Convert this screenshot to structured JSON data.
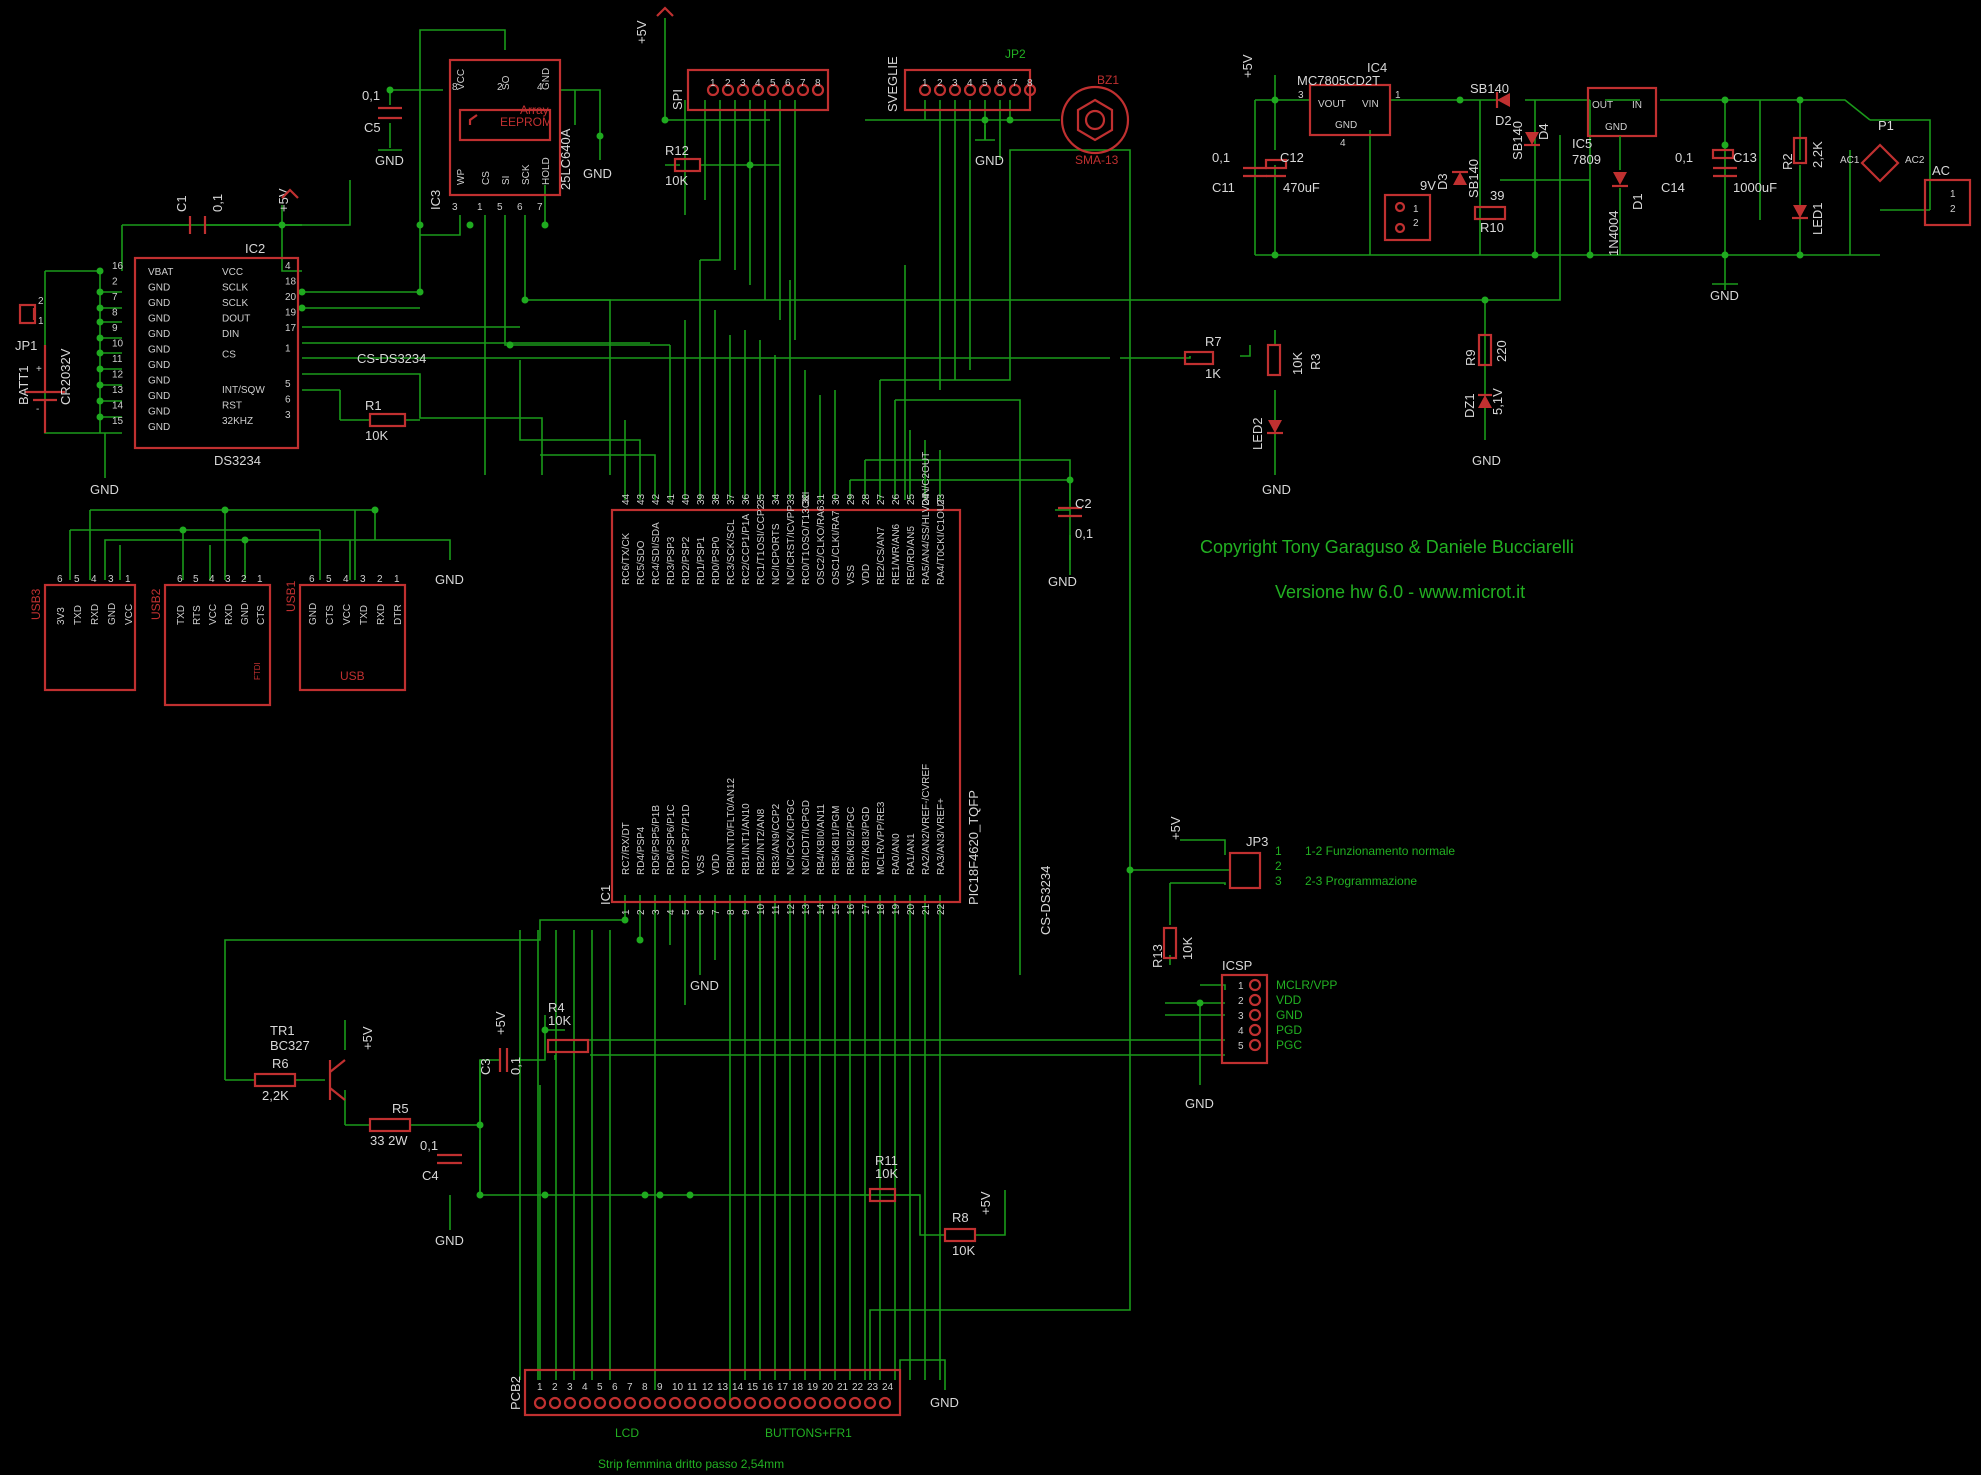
{
  "copyright": "Copyright Tony Garaguso & Daniele Bucciarelli",
  "version": "Versione hw 6.0 - www.microt.it",
  "ic2": {
    "name": "IC2",
    "part": "DS3234",
    "left_pins": [
      {
        "n": "16",
        "l": "VBAT"
      },
      {
        "n": "2",
        "l": "GND"
      },
      {
        "n": "7",
        "l": "GND"
      },
      {
        "n": "8",
        "l": "GND"
      },
      {
        "n": "9",
        "l": "GND"
      },
      {
        "n": "10",
        "l": "GND"
      },
      {
        "n": "11",
        "l": "GND"
      },
      {
        "n": "12",
        "l": "GND"
      },
      {
        "n": "13",
        "l": "GND"
      },
      {
        "n": "14",
        "l": "GND"
      },
      {
        "n": "15",
        "l": "GND"
      }
    ],
    "right_pins": [
      {
        "n": "4",
        "l": "VCC"
      },
      {
        "n": "18",
        "l": "SCLK"
      },
      {
        "n": "20",
        "l": "SCLK"
      },
      {
        "n": "19",
        "l": "DOUT"
      },
      {
        "n": "17",
        "l": "DIN"
      },
      {
        "n": "1",
        "l": "CS"
      },
      {
        "n": "5",
        "l": "INT/SQW"
      },
      {
        "n": "6",
        "l": "RST"
      },
      {
        "n": "3",
        "l": "32KHZ"
      }
    ]
  },
  "ic3": {
    "name": "IC3",
    "part": "25LC640A",
    "array": "Array",
    "eeprom": "EEPROM",
    "pins_top": [
      {
        "n": "8",
        "l": "VCC"
      },
      {
        "n": "2",
        "l": "SO"
      },
      {
        "n": "4",
        "l": "GND"
      }
    ],
    "pins_bottom": [
      {
        "n": "3",
        "l": "WP"
      },
      {
        "n": "1",
        "l": "CS"
      },
      {
        "n": "5",
        "l": "SI"
      },
      {
        "n": "6",
        "l": "SCK"
      },
      {
        "n": "7",
        "l": "HOLD"
      }
    ]
  },
  "ic1": {
    "name": "IC1",
    "part": "PIC18F4620_TQFP",
    "top_pins": [
      {
        "n": "44",
        "l": "RC6/TX/CK"
      },
      {
        "n": "43",
        "l": "RC5/SDO"
      },
      {
        "n": "42",
        "l": "RC4/SDI/SDA"
      },
      {
        "n": "41",
        "l": "RD3/PSP3"
      },
      {
        "n": "40",
        "l": "RD2/PSP2"
      },
      {
        "n": "39",
        "l": "RD1/PSP1"
      },
      {
        "n": "38",
        "l": "RD0/PSP0"
      },
      {
        "n": "37",
        "l": "RC3/SCK/SCL"
      },
      {
        "n": "36",
        "l": "RC2/CCP1/P1A"
      },
      {
        "n": "35",
        "l": "RC1/T1OSI/CCP2"
      },
      {
        "n": "34",
        "l": "NC/ICPORTS"
      },
      {
        "n": "33",
        "l": "NC/ICRST/ICVPP"
      },
      {
        "n": "32",
        "l": "RC0/T1OSO/T13CKI"
      },
      {
        "n": "31",
        "l": "OSC2/CLKO/RA6"
      },
      {
        "n": "30",
        "l": "OSC1/CLKI/RA7"
      },
      {
        "n": "29",
        "l": "VSS"
      },
      {
        "n": "28",
        "l": "VDD"
      },
      {
        "n": "27",
        "l": "RE2/CS/AN7"
      },
      {
        "n": "26",
        "l": "RE1/WR/AN6"
      },
      {
        "n": "25",
        "l": "RE0/RD/AN5"
      },
      {
        "n": "24",
        "l": "RA5/AN4/SS/HLVDIN/C2OUT"
      },
      {
        "n": "23",
        "l": "RA4/T0CKI/C1OUT"
      }
    ],
    "bottom_pins": [
      {
        "n": "1",
        "l": "RC7/RX/DT"
      },
      {
        "n": "2",
        "l": "RD4/PSP4"
      },
      {
        "n": "3",
        "l": "RD5/PSP5/P1B"
      },
      {
        "n": "4",
        "l": "RD6/PSP6/P1C"
      },
      {
        "n": "5",
        "l": "RD7/PSP7/P1D"
      },
      {
        "n": "6",
        "l": "VSS"
      },
      {
        "n": "7",
        "l": "VDD"
      },
      {
        "n": "8",
        "l": "RB0/INT0/FLT0/AN12"
      },
      {
        "n": "9",
        "l": "RB1/INT1/AN10"
      },
      {
        "n": "10",
        "l": "RB2/INT2/AN8"
      },
      {
        "n": "11",
        "l": "RB3/AN9/CCP2"
      },
      {
        "n": "12",
        "l": "NC/ICCK/ICPGC"
      },
      {
        "n": "13",
        "l": "NC/ICDT/ICPGD"
      },
      {
        "n": "14",
        "l": "RB4/KBI0/AN11"
      },
      {
        "n": "15",
        "l": "RB5/KBI1/PGM"
      },
      {
        "n": "16",
        "l": "RB6/KBI2/PGC"
      },
      {
        "n": "17",
        "l": "RB7/KBI3/PGD"
      },
      {
        "n": "18",
        "l": "MCLR/VPP/RE3"
      },
      {
        "n": "19",
        "l": "RA0/AN0"
      },
      {
        "n": "20",
        "l": "RA1/AN1"
      },
      {
        "n": "21",
        "l": "RA2/AN2/VREF-/CVREF"
      },
      {
        "n": "22",
        "l": "RA3/AN3/VREF+"
      }
    ]
  },
  "spi": {
    "name": "SPI",
    "pins": [
      "1",
      "2",
      "3",
      "4",
      "5",
      "6",
      "7",
      "8"
    ]
  },
  "jp2": {
    "name": "JP2",
    "label": "SVEGLIE",
    "pins": [
      "1",
      "2",
      "3",
      "4",
      "5",
      "6",
      "7",
      "8"
    ]
  },
  "bz1": {
    "name": "BZ1",
    "part": "SMA-13"
  },
  "ic4": {
    "name": "IC4",
    "part": "MC7805CD2T",
    "vout": "VOUT",
    "vin": "VIN",
    "gnd": "GND",
    "p1": "1",
    "p3": "3",
    "p4": "4"
  },
  "ic5": {
    "name": "IC5",
    "part": "7809",
    "out": "OUT",
    "in": "IN",
    "gnd": "GND"
  },
  "usb3": {
    "name": "USB3",
    "pins": [
      {
        "n": "6",
        "l": "3V3"
      },
      {
        "n": "5",
        "l": "TXD"
      },
      {
        "n": "4",
        "l": "RXD"
      },
      {
        "n": "3",
        "l": "GND"
      },
      {
        "n": "1",
        "l": "VCC"
      }
    ]
  },
  "usb2": {
    "name": "USB2",
    "tag": "FTDI",
    "pins": [
      {
        "n": "6",
        "l": "TXD"
      },
      {
        "n": "5",
        "l": "RTS"
      },
      {
        "n": "4",
        "l": "VCC"
      },
      {
        "n": "3",
        "l": "RXD"
      },
      {
        "n": "2",
        "l": "GND"
      },
      {
        "n": "1",
        "l": "CTS"
      }
    ]
  },
  "usb1": {
    "name": "USB1",
    "label": "USB",
    "pins": [
      {
        "n": "6",
        "l": "GND"
      },
      {
        "n": "5",
        "l": "CTS"
      },
      {
        "n": "4",
        "l": "VCC"
      },
      {
        "n": "3",
        "l": "TXD"
      },
      {
        "n": "2",
        "l": "RXD"
      },
      {
        "n": "1",
        "l": "DTR"
      }
    ]
  },
  "jp3": {
    "name": "JP3",
    "n1": "1",
    "n2": "2",
    "n3": "3",
    "note1": "1-2 Funzionamento normale",
    "note2": "2-3 Programmazione"
  },
  "icsp": {
    "name": "ICSP",
    "pins": [
      {
        "n": "1",
        "l": "MCLR/VPP"
      },
      {
        "n": "2",
        "l": "VDD"
      },
      {
        "n": "3",
        "l": "GND"
      },
      {
        "n": "4",
        "l": "PGD"
      },
      {
        "n": "5",
        "l": "PGC"
      }
    ]
  },
  "pcb2": {
    "name": "PCB2",
    "pins": [
      "1",
      "2",
      "3",
      "4",
      "5",
      "6",
      "7",
      "8",
      "9",
      "10",
      "11",
      "12",
      "13",
      "14",
      "15",
      "16",
      "17",
      "18",
      "19",
      "20",
      "21",
      "22",
      "23",
      "24"
    ],
    "lcd": "LCD",
    "buttons": "BUTTONS+FR1",
    "strip": "Strip femmina dritto passo 2,54mm"
  },
  "batt": {
    "jp1": "JP1",
    "batt1": "BATT1",
    "part": "CR2032V",
    "p1": "1",
    "p2": "2",
    "plus": "+",
    "minus": "-"
  },
  "ac": {
    "name": "AC",
    "p1": "P1",
    "ac1": "AC1",
    "ac2": "AC2",
    "n1": "1",
    "n2": "2"
  },
  "jack": {
    "label": "9V",
    "n1": "1",
    "n2": "2"
  },
  "components": {
    "C1": "C1",
    "C1v": "0,1",
    "C2": "C2",
    "C2v": "0,1",
    "C3": "C3",
    "C3v": "0,1",
    "C4": "C4",
    "C4v": "0,1",
    "C5": "C5",
    "C5v": "0,1",
    "C11": "C11",
    "C11v": "0,1",
    "C12": "C12",
    "C12v": "470uF",
    "C13": "C13",
    "C13v": "1000uF",
    "C14": "C14",
    "C14v": "0,1",
    "R1": "R1",
    "R1v": "10K",
    "R2": "R2",
    "R2v": "2,2K",
    "R3": "R3",
    "R3v": "10K",
    "R4": "R4",
    "R4v": "10K",
    "R5": "R5",
    "R5v": "33 2W",
    "R6": "R6",
    "R6v": "2,2K",
    "R7": "R7",
    "R7v": "1K",
    "R8": "R8",
    "R8v": "10K",
    "R9": "R9",
    "R9v": "220",
    "R10": "R10",
    "R10v": "39",
    "R11": "R11",
    "R11v": "10K",
    "R12": "R12",
    "R12v": "10K",
    "R13": "R13",
    "R13v": "10K",
    "TR1": "TR1",
    "TR1v": "BC327",
    "D1": "D1",
    "D1v": "1N4004",
    "D2": "D2",
    "D2v": "SB140",
    "D3": "D3",
    "D3v": "SB140",
    "D4": "D4",
    "D4v": "SB140",
    "DZ1": "DZ1",
    "DZ1v": "5,1V",
    "LED1": "LED1",
    "LED2": "LED2"
  },
  "labels": {
    "gnd": "GND",
    "p5v": "+5V",
    "csds": "CS-DS3234",
    "num1": "1",
    "num2": "2",
    "num3": "3"
  },
  "colors": {
    "wire": "#1a9a1a",
    "part": "#c03030",
    "junction": "#1faa1f",
    "label": "#d8d8d8",
    "note": "#22b022",
    "background": "#000000"
  }
}
